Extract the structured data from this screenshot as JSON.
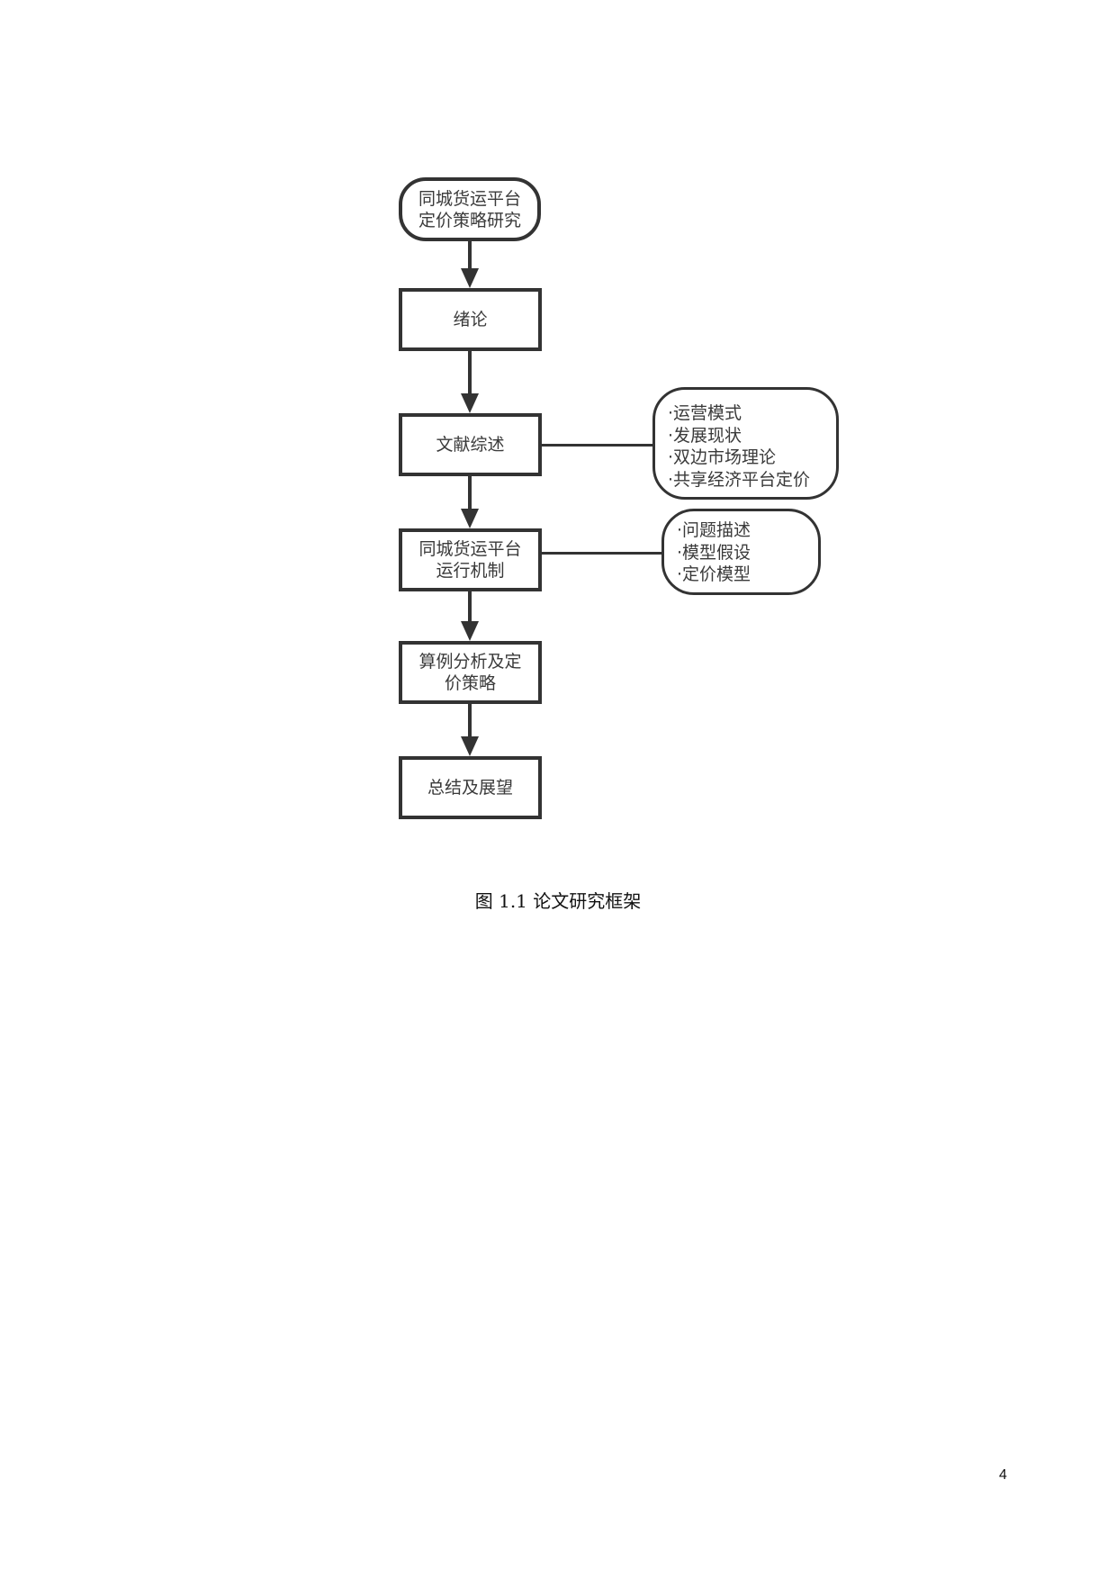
{
  "diagram": {
    "start_node": {
      "label": "同城货运平台\n定价策略研究"
    },
    "steps": [
      {
        "label": "绪论"
      },
      {
        "label": "文献综述"
      },
      {
        "label": "同城货运平台\n运行机制"
      },
      {
        "label": "算例分析及定\n价策略"
      },
      {
        "label": "总结及展望"
      }
    ],
    "side_notes": [
      {
        "attached_to": "文献综述",
        "items": [
          "运营模式",
          "发展现状",
          "双边市场理论",
          "共享经济平台定价"
        ]
      },
      {
        "attached_to": "同城货运平台运行机制",
        "items": [
          "问题描述",
          "模型假设",
          "定价模型"
        ]
      }
    ]
  },
  "caption": "图 1.1  论文研究框架",
  "page_number": "4"
}
